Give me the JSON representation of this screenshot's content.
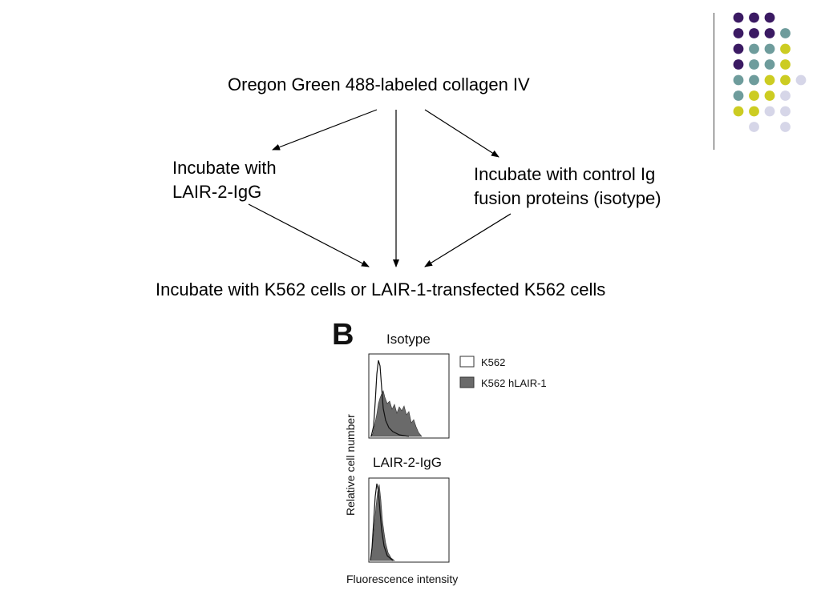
{
  "flow": {
    "top": "Oregon Green 488-labeled collagen IV",
    "left_line1": "Incubate with",
    "left_line2": "LAIR-2-IgG",
    "right_line1": "Incubate with control Ig",
    "right_line2": "fusion proteins (isotype)",
    "bottom": "Incubate with K562 cells or LAIR-1-transfected K562 cells"
  },
  "decoration": {
    "colors": {
      "purple": "#3b1a63",
      "teal": "#6e9c9c",
      "yellow": "#cccc22",
      "lavender": "#d6d6e8"
    },
    "dot_rows": [
      [
        "purple",
        "purple",
        "purple",
        "none"
      ],
      [
        "purple",
        "purple",
        "purple",
        "teal"
      ],
      [
        "purple",
        "teal",
        "teal",
        "yellow"
      ],
      [
        "purple",
        "teal",
        "teal",
        "yellow",
        "none"
      ],
      [
        "teal",
        "teal",
        "yellow",
        "yellow",
        "lavender"
      ],
      [
        "teal",
        "yellow",
        "yellow",
        "lavender"
      ],
      [
        "yellow",
        "yellow",
        "lavender",
        "lavender"
      ],
      [
        "none",
        "lavender",
        "none",
        "lavender"
      ]
    ]
  },
  "figure": {
    "panel_label": "B",
    "top_panel_title": "Isotype",
    "bottom_panel_title": "LAIR-2-IgG",
    "y_axis_label": "Relative cell number",
    "x_axis_label": "Fluorescence intensity",
    "legend": {
      "open_label": "K562",
      "filled_label": "K562 hLAIR-1",
      "filled_color": "#6a6a6a"
    }
  }
}
